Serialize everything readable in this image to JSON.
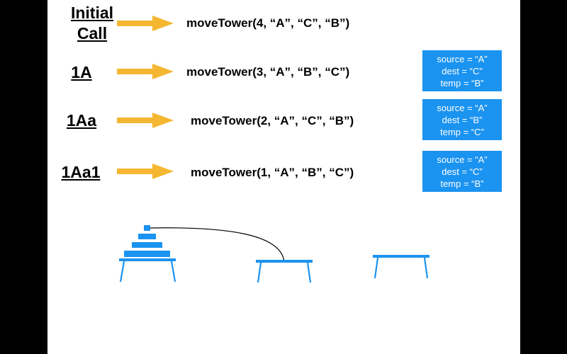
{
  "rows": [
    {
      "label_line1": "Initial",
      "label_line2": "Call",
      "call": "moveTower(4, “A”, “C”, “B”)"
    },
    {
      "label": "1A",
      "call": "moveTower(3, “A”, “B”, “C”)",
      "box": {
        "source": "source = “A”",
        "dest": "dest = “C”",
        "temp": "temp = “B”"
      }
    },
    {
      "label": "1Aa",
      "call": "moveTower(2, “A”, “C”, “B”)",
      "box": {
        "source": "source = “A”",
        "dest": "dest = “B”",
        "temp": "temp = “C”"
      }
    },
    {
      "label": "1Aa1",
      "call": "moveTower(1, “A”, “B”, “C”)",
      "box": {
        "source": "source = “A”",
        "dest": "dest = “C”",
        "temp": "temp = “B”"
      }
    }
  ],
  "colors": {
    "arrow": "#f5b731",
    "box": "#1b93f0",
    "peg": "#1b93f0",
    "disk": "#1b93f0",
    "background": "#000000",
    "slide": "#ffffff"
  },
  "tower": {
    "disks_on_peg_a": 4,
    "moving_disk": "smallest disk from peg A to peg B"
  }
}
